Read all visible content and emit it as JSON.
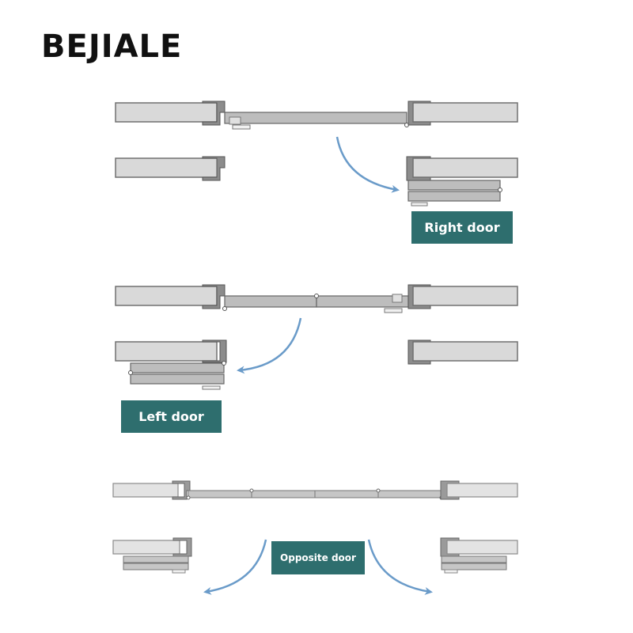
{
  "brand": "BEJIALE",
  "labels": {
    "right": "Right door",
    "left": "Left door",
    "opposite": "Opposite door"
  },
  "colors": {
    "arrow": "#6a9bc9",
    "label_bg": "#2e6e6e",
    "wall_fill": "#d9d9d9",
    "wall_stroke": "#707070",
    "door_fill": "#bdbdbd"
  }
}
